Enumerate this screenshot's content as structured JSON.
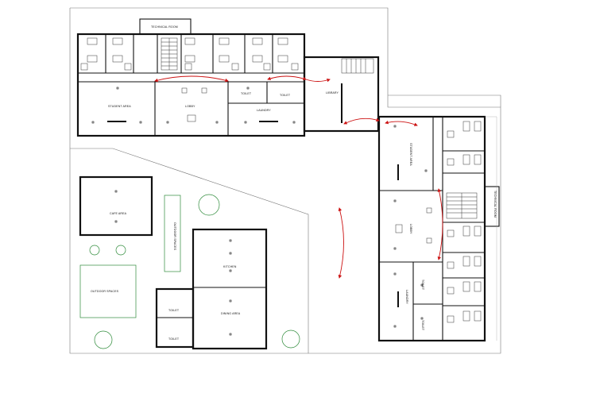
{
  "rooms": {
    "technical_top": "TECHNICAL ROOM",
    "student_area_top": "STUDENT AREA",
    "lobby_top": "LOBBY",
    "toilet_top_1": "TOILET",
    "toilet_top_2": "TOILET",
    "laundry_top": "LAUNDRY",
    "library": "LIBRARY",
    "student_area_right": "STUDENT AREA",
    "lobby_right": "LOBBY",
    "technical_right": "TECHNICAL ROOM",
    "laundry_right": "LAUNDRY",
    "toilet_right_1": "TOILET",
    "toilet_right_2": "TOILET",
    "cafe_area": "CAFE AREA",
    "outdoor_spaces_strip": "OUTDOOR SPACES",
    "outdoor_spaces": "OUTDOOR SPACES",
    "kitchen": "KITCHEN",
    "dining_area": "DINING AREA",
    "toilet_bottom_1": "TOILET",
    "toilet_bottom_2": "TOILET"
  },
  "colors": {
    "walls": "#111111",
    "circulation_arrows": "#cc1111",
    "trees": "#2e8b3a",
    "site_outline": "#777777"
  },
  "icons": [
    "circulation-arrow",
    "tree",
    "stair",
    "bed",
    "column"
  ]
}
